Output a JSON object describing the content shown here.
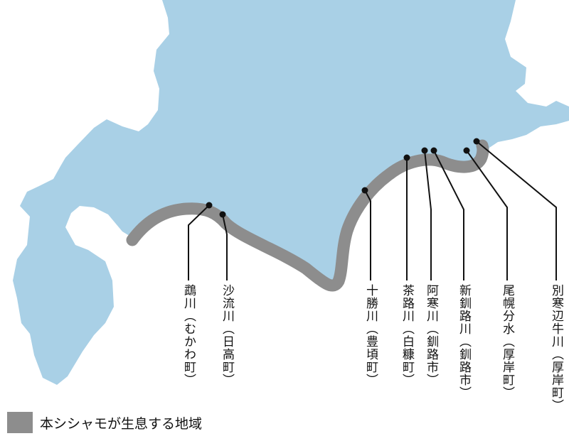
{
  "colors": {
    "land": "#a9d0e6",
    "habitat": "#8d8d8d",
    "leader": "#111111",
    "background": "#ffffff"
  },
  "rivers": [
    {
      "name": "鵡川",
      "town": "（むかわ町）"
    },
    {
      "name": "沙流川",
      "town": "（日高町）"
    },
    {
      "name": "十勝川",
      "town": "（豊頃町）"
    },
    {
      "name": "茶路川",
      "town": "（白糠町）"
    },
    {
      "name": "阿寒川",
      "town": "（釧路市）"
    },
    {
      "name": "新釧路川",
      "town": "（釧路市）"
    },
    {
      "name": "尾幌分水",
      "town": "（厚岸町）"
    },
    {
      "name": "別寒辺牛川",
      "town": "（厚岸町）"
    }
  ],
  "legend": {
    "label": "本シシャモが生息する地域"
  }
}
